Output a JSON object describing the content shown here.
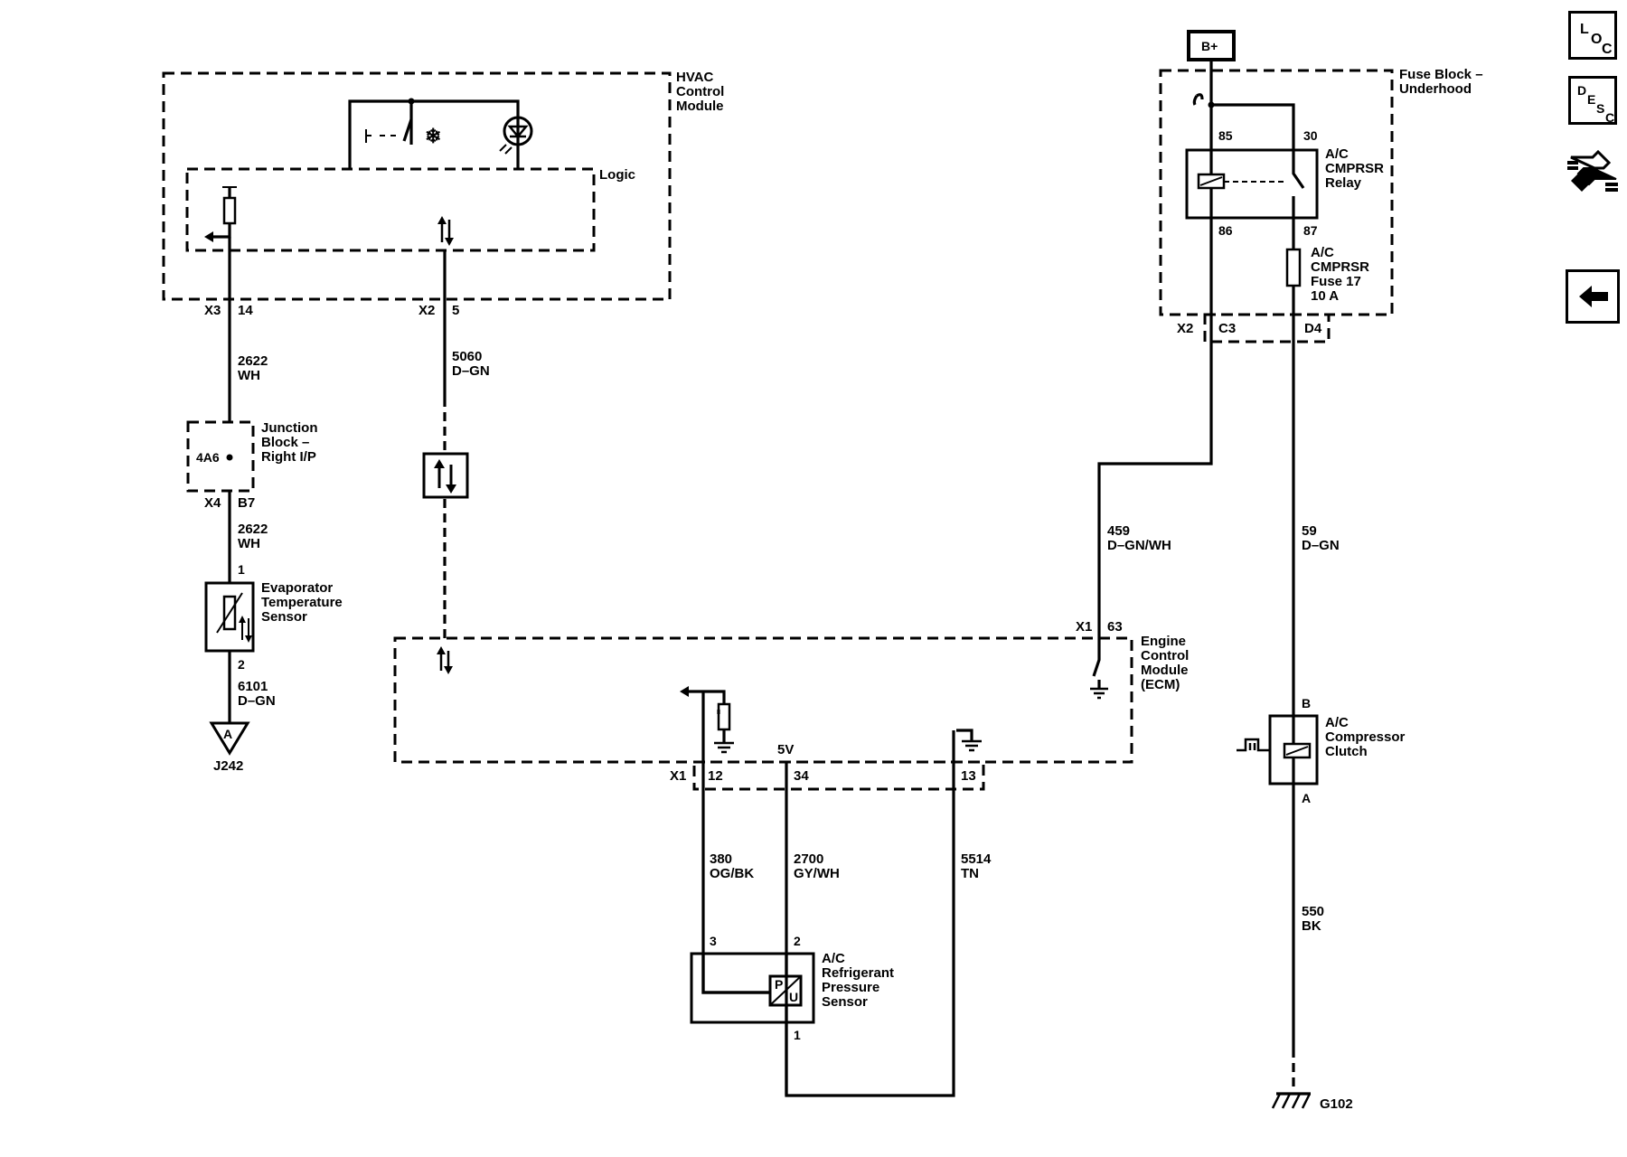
{
  "modules": {
    "hvac": {
      "line1": "HVAC",
      "line2": "Control",
      "line3": "Module",
      "logic": "Logic"
    },
    "fuse_block": {
      "line1": "Fuse Block –",
      "line2": "Underhood"
    },
    "relay": {
      "line1": "A/C",
      "line2": "CMPRSR",
      "line3": "Relay",
      "pin85": "85",
      "pin30": "30",
      "pin86": "86",
      "pin87": "87"
    },
    "fuse": {
      "line1": "A/C",
      "line2": "CMPRSR",
      "line3": "Fuse 17",
      "line4": "10 A"
    },
    "battery": "B+",
    "ecm": {
      "line1": "Engine",
      "line2": "Control",
      "line3": "Module",
      "line4": "(ECM)",
      "label_5v": "5V"
    },
    "junction_block": {
      "line1": "Junction",
      "line2": "Block –",
      "line3": "Right I/P",
      "inner": "4A6"
    },
    "evap_sensor": {
      "line1": "Evaporator",
      "line2": "Temperature",
      "line3": "Sensor",
      "pin1": "1",
      "pin2": "2"
    },
    "pressure_sensor": {
      "line1": "A/C",
      "line2": "Refrigerant",
      "line3": "Pressure",
      "line4": "Sensor",
      "pin3": "3",
      "pin2": "2",
      "pin1": "1",
      "p": "P",
      "u": "U"
    },
    "compressor_clutch": {
      "line1": "A/C",
      "line2": "Compressor",
      "line3": "Clutch",
      "pinB": "B",
      "pinA": "A"
    },
    "ground_a": {
      "symbol": "A",
      "label": "J242"
    },
    "ground_g102": "G102"
  },
  "connectors": {
    "x3": "X3",
    "x3_pin": "14",
    "x2_hvac": "X2",
    "x2_hvac_pin": "5",
    "x4": "X4",
    "x4_pin": "B7",
    "x2_fuse": "X2",
    "x2_fuse_c3": "C3",
    "x2_fuse_d4": "D4",
    "x1_ecm_top": "X1",
    "x1_ecm_top_pin": "63",
    "x1_ecm_bottom": "X1",
    "x1_pin12": "12",
    "x1_pin34": "34",
    "x1_pin13": "13"
  },
  "wires": {
    "w2622a": {
      "circuit": "2622",
      "color": "WH"
    },
    "w2622b": {
      "circuit": "2622",
      "color": "WH"
    },
    "w5060": {
      "circuit": "5060",
      "color": "D–GN"
    },
    "w6101": {
      "circuit": "6101",
      "color": "D–GN"
    },
    "w459": {
      "circuit": "459",
      "color": "D–GN/WH"
    },
    "w59": {
      "circuit": "59",
      "color": "D–GN"
    },
    "w380": {
      "circuit": "380",
      "color": "OG/BK"
    },
    "w2700": {
      "circuit": "2700",
      "color": "GY/WH"
    },
    "w5514": {
      "circuit": "5514",
      "color": "TN"
    },
    "w550": {
      "circuit": "550",
      "color": "BK"
    }
  },
  "sidebar": {
    "loc": {
      "l": "L",
      "o": "O",
      "c": "C"
    },
    "desc": {
      "d": "D",
      "e": "E",
      "s": "S",
      "c": "C"
    },
    "icons": [
      "location-button",
      "description-button",
      "connector-tool-icon",
      "back-arrow-icon"
    ]
  }
}
